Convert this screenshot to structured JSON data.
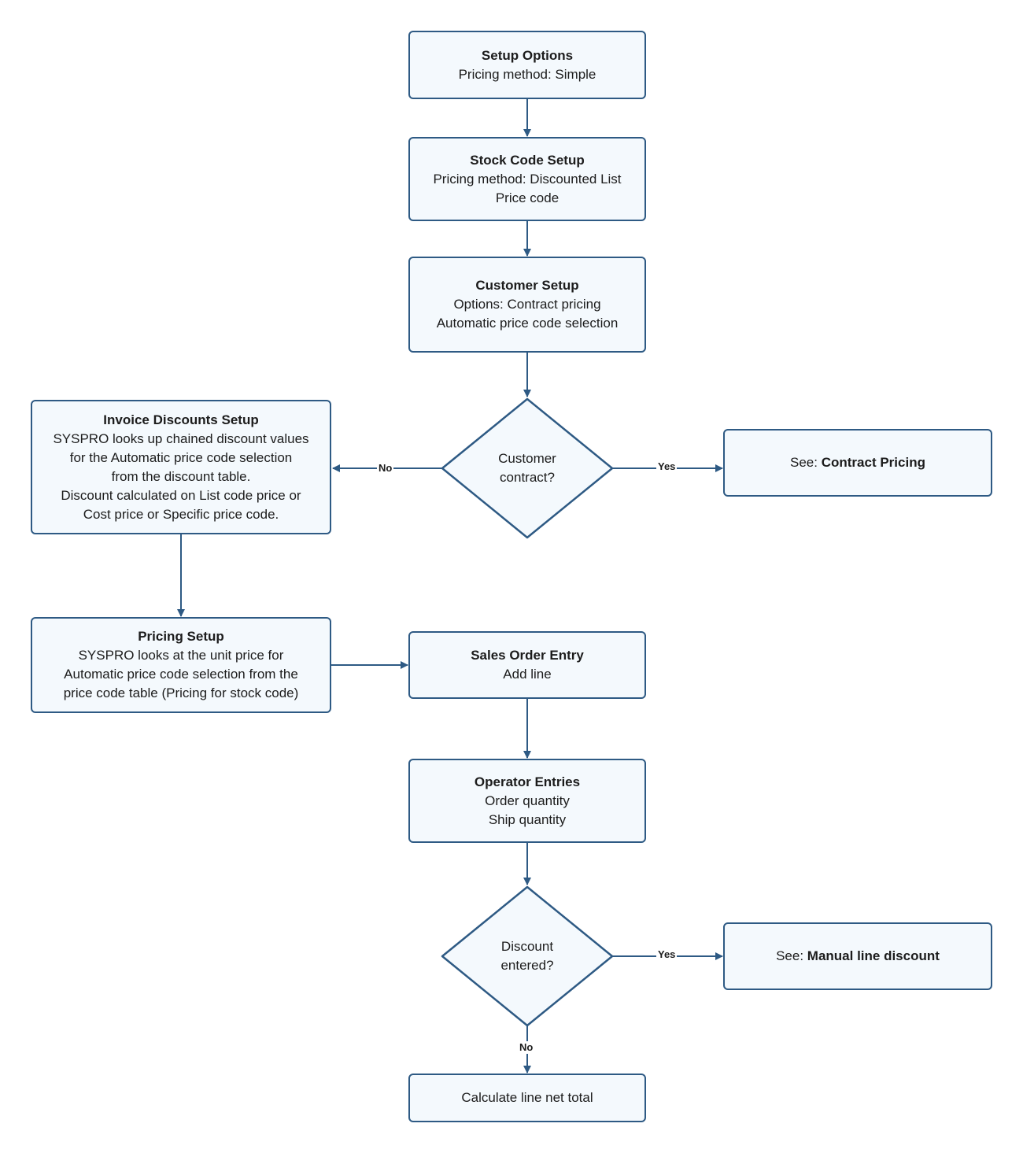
{
  "nodes": {
    "setup_options": {
      "title": "Setup Options",
      "lines": [
        "Pricing method: Simple"
      ]
    },
    "stock_code_setup": {
      "title": "Stock Code Setup",
      "lines": [
        "Pricing method: Discounted List",
        "Price code"
      ]
    },
    "customer_setup": {
      "title": "Customer Setup",
      "lines": [
        "Options: Contract pricing",
        "Automatic price code selection"
      ]
    },
    "customer_contract": {
      "lines": [
        "Customer",
        "contract?"
      ]
    },
    "contract_pricing": {
      "prefix": "See: ",
      "bold": "Contract Pricing"
    },
    "invoice_discounts": {
      "title": "Invoice Discounts Setup",
      "lines": [
        "SYSPRO looks up chained discount values",
        "for the Automatic price code selection",
        "from the discount table.",
        "Discount calculated on List code price or",
        "Cost price or Specific price code."
      ]
    },
    "pricing_setup": {
      "title": "Pricing Setup",
      "lines": [
        "SYSPRO looks at the unit price for",
        "Automatic price code selection from the",
        "price code table (Pricing for stock code)"
      ]
    },
    "sales_order_entry": {
      "title": "Sales Order Entry",
      "lines": [
        "Add line"
      ]
    },
    "operator_entries": {
      "title": "Operator Entries",
      "lines": [
        "Order quantity",
        "Ship quantity"
      ]
    },
    "discount_entered": {
      "lines": [
        "Discount",
        "entered?"
      ]
    },
    "manual_line_discount": {
      "prefix": "See: ",
      "bold": "Manual line discount"
    },
    "calc_net_total": {
      "lines": [
        "Calculate line net total"
      ]
    }
  },
  "edge_labels": {
    "contract_no": "No",
    "contract_yes": "Yes",
    "discount_yes": "Yes",
    "discount_no": "No"
  },
  "colors": {
    "stroke": "#2e5a84",
    "fill": "#f4f9fd"
  }
}
